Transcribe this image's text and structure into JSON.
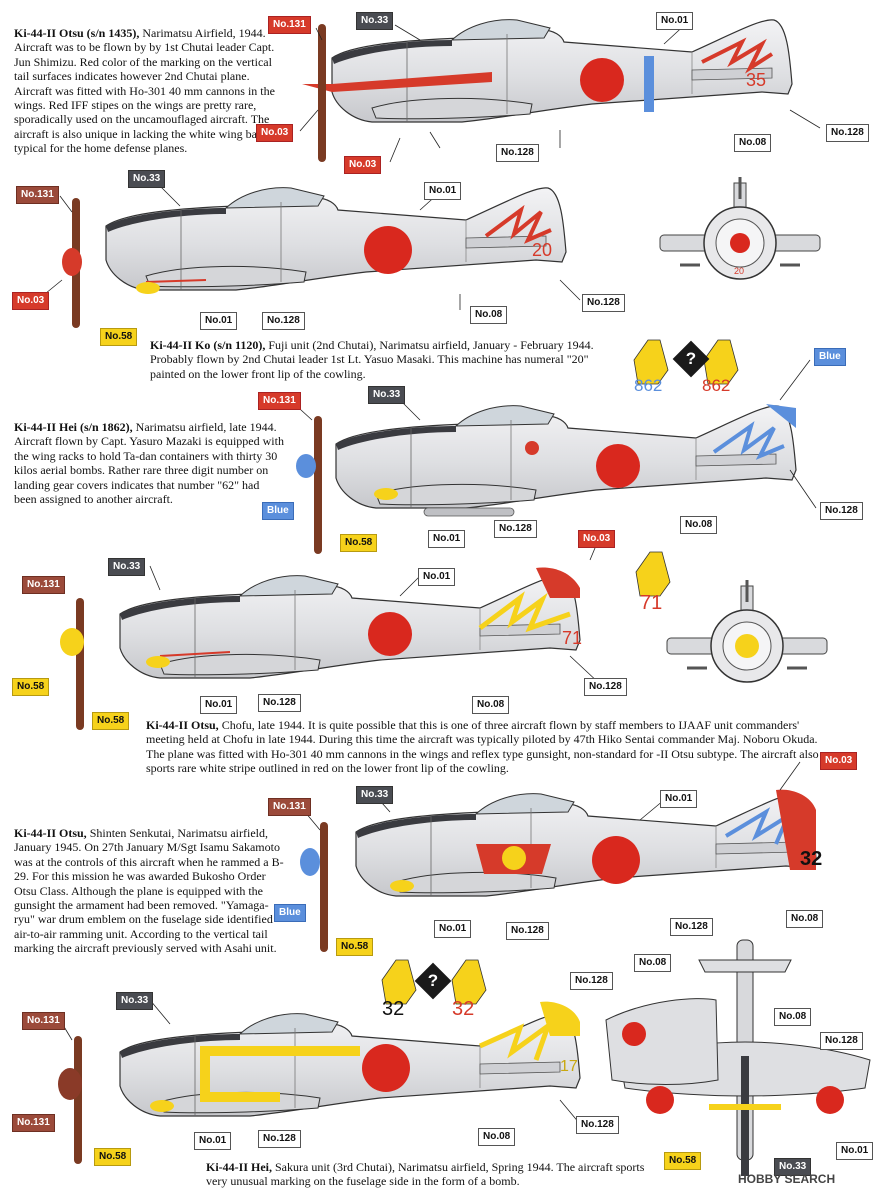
{
  "captions": [
    {
      "title": "Ki-44-II Otsu (s/n 1435),",
      "text": "Narimatsu Airfield, 1944. Aircraft was to be flown by by 1st Chutai leader Capt. Jun Shimizu. Red color of the marking on the vertical tail surfaces indicates however 2nd Chutai plane. Aircraft was fitted with Ho-301 40 mm cannons in the wings. Red IFF stipes on the wings are pretty rare, sporadically used on the uncamouflaged aircraft. The aircraft is also unique in lacking the white wing bands typical for the home defense planes."
    },
    {
      "title": "Ki-44-II Ko (s/n 1120),",
      "text": "Fuji unit (2nd Chutai), Narimatsu airfield, January - February 1944. Probably flown by 2nd Chutai leader 1st Lt. Yasuo Masaki. This machine has numeral \"20\" painted on the lower front lip of the cowling."
    },
    {
      "title": "Ki-44-II Hei (s/n 1862),",
      "text": "Narimatsu airfield, late 1944. Aircraft flown by Capt. Yasuro Mazaki is equipped with the wing racks to hold Ta-dan containers with thirty 30 kilos aerial bombs. Rather rare three digit number on landing gear covers indicates that number \"62\" had been assigned to another aircraft."
    },
    {
      "title": "Ki-44-II Otsu,",
      "text": "Chofu, late 1944. It is quite possible that this is one of three aircraft flown by staff members to IJAAF unit commanders' meeting held at Chofu in late 1944. During this time the aircraft was typically piloted by 47th Hiko Sentai commander Maj. Noboru Okuda. The plane was fitted with Ho-301 40 mm cannons in the wings and reflex type gunsight, non-standard for -II Otsu subtype. The aircraft also sports rare white stripe outlined in red on the lower front lip of the cowling."
    },
    {
      "title": "Ki-44-II Otsu,",
      "text": "Shinten Senkutai, Narimatsu airfield, January 1945. On 27th January M/Sgt Isamu Sakamoto was at the controls of this aircraft when he rammed a B-29. For this mission he was awarded Bukosho Order Otsu Class. Although the plane is equipped with the gunsight the armament had been removed. \"Yamaga-ryu\" war drum emblem on the fuselage side identified air-to-air ramming unit. According to the vertical tail marking the aircraft previously served with Asahi unit."
    },
    {
      "title": "Ki-44-II Hei,",
      "text": "Sakura unit (3rd Chutai), Narimatsu airfield, Spring 1944. The aircraft sports very unusual marking on the fuselage side in the form of a bomb."
    }
  ],
  "callouts": {
    "n131": "No.131",
    "n33": "No.33",
    "n01": "No.01",
    "n03": "No.03",
    "n128": "No.128",
    "n08": "No.08",
    "n58": "No.58",
    "blue": "Blue"
  },
  "aircraft_numbers": {
    "a1": "35",
    "a2": "20",
    "a2_front": "20",
    "a3_a": "862",
    "a3_b": "862",
    "a4": "71",
    "a4_side": "71",
    "a5": "32",
    "a6": "17",
    "a6_a": "32",
    "a6_b": "32"
  },
  "question_mark": "?",
  "watermark": "HOBBY SEARCH",
  "colors": {
    "hinomaru": "#d9281e",
    "fuselage": "#e4e4e6",
    "red": "#d63a2a",
    "yellow": "#f6d21b",
    "blue": "#5b8fdc",
    "prop": "#7a3a22",
    "spinner_brown": "#8a3a28"
  }
}
